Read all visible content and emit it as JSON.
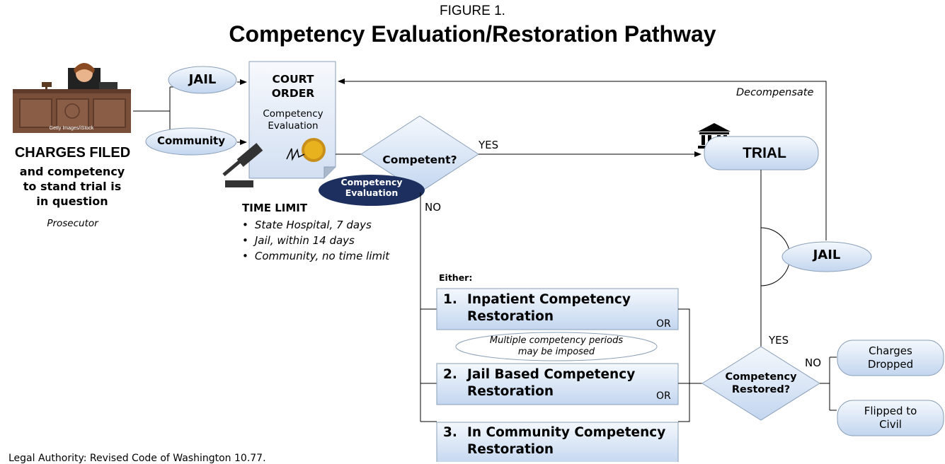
{
  "figure": {
    "label": "FIGURE 1.",
    "title": "Competency Evaluation/Restoration Pathway"
  },
  "start": {
    "photo_credit": "Getty Images/iStock",
    "heading": "CHARGES FILED",
    "subtitle": "and competency to stand trial is in question",
    "role": "Prosecutor"
  },
  "entry_points": {
    "jail": "JAIL",
    "community": "Community"
  },
  "court_order": {
    "title": "COURT ORDER",
    "subtitle": "Competency Evaluation"
  },
  "evaluation_badge": "Competency Evaluation",
  "time_limit": {
    "heading": "TIME LIMIT",
    "items": [
      "State Hospital, 7 days",
      "Jail, within 14 days",
      "Community, no time limit"
    ]
  },
  "decision_competent": {
    "question": "Competent?",
    "yes": "YES",
    "no": "NO"
  },
  "trial": {
    "label": "TRIAL",
    "icon": "courthouse-icon"
  },
  "decompensate": "Decompensate",
  "jail_loop": "JAIL",
  "restoration": {
    "intro": "Either:",
    "options": [
      {
        "number": "1.",
        "line1": "Inpatient Competency",
        "line2": "Restoration",
        "connector": "OR"
      },
      {
        "number": "2.",
        "line1": "Jail Based Competency",
        "line2": "Restoration",
        "connector": "OR"
      },
      {
        "number": "3.",
        "line1": "In Community Competency",
        "line2": "Restoration",
        "connector": ""
      }
    ],
    "note": "Multiple competency periods may be imposed"
  },
  "decision_restored": {
    "question": "Competency Restored?",
    "yes": "YES",
    "no": "NO"
  },
  "outcomes": [
    "Charges Dropped",
    "Flipped to Civil"
  ],
  "legal_authority": "Legal Authority: Revised Code of Washington 10.77.",
  "colors": {
    "shape_fill_light": "#eef3fb",
    "shape_fill_dark": "#c7d8f0",
    "shape_stroke": "#8a9fb8",
    "badge_fill": "#1c2f5e",
    "seal_gold": "#e8b21e",
    "desk_brown": "#7a4f3a"
  }
}
